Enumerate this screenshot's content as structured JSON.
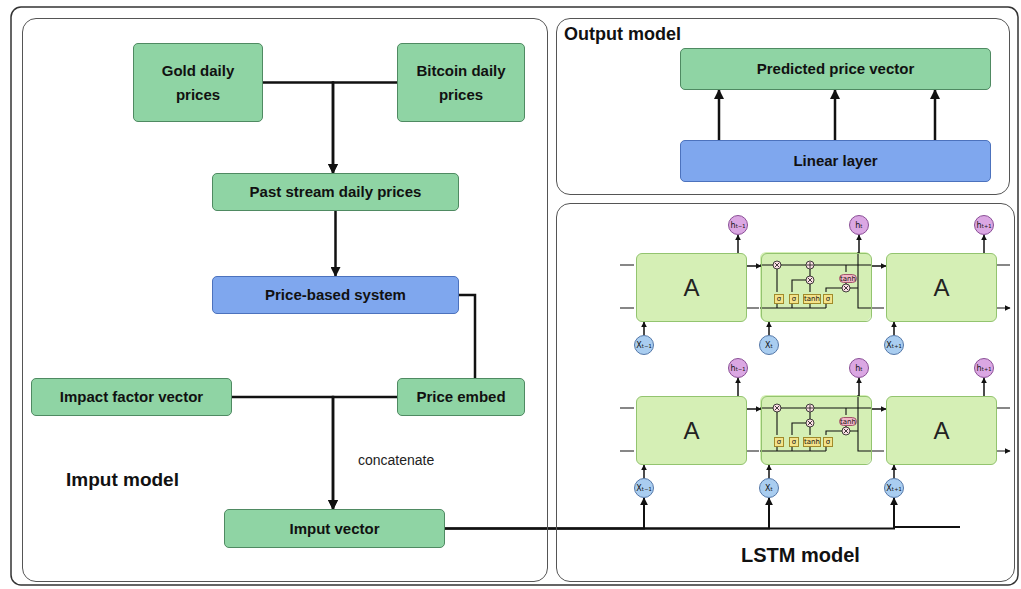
{
  "diagram": {
    "nodes": [
      {
        "text": [
          "Imput model"
        ]
      },
      {
        "text": [
          "Gold daily prices"
        ],
        "in": 0
      },
      {
        "text": [
          "Bitcoin daily prices"
        ],
        "in": 0
      },
      {
        "text": [
          "Past stream daily prices"
        ],
        "in": 0
      },
      {
        "text": [
          "Price-based system"
        ],
        "in": 0
      },
      {
        "text": [
          "Impact factor vector"
        ],
        "in": 0
      },
      {
        "text": [
          "Price embed"
        ],
        "in": 0
      },
      {
        "text": [
          "Imput vector"
        ],
        "in": 0
      },
      {
        "text": [
          "Output model"
        ]
      },
      {
        "text": [
          "Predicted price vector"
        ],
        "in": 8
      },
      {
        "text": [
          "Linear layer"
        ],
        "in": 8
      },
      {
        "text": [
          "LSTM model"
        ]
      },
      {
        "text": [
          "hₜ₋₁"
        ],
        "in": 11
      },
      {
        "text": [
          "hₜ"
        ],
        "in": 11
      },
      {
        "text": [
          "hₜ₊₁"
        ],
        "in": 11
      },
      {
        "text": [
          "A"
        ],
        "in": 11
      },
      {
        "text": [
          "σ",
          "σ",
          "tanh",
          "σ",
          "tanh"
        ],
        "in": 11
      },
      {
        "text": [
          "A"
        ],
        "in": 11
      },
      {
        "text": [
          "Xₜ₋₁"
        ],
        "in": 11
      },
      {
        "text": [
          "Xₜ"
        ],
        "in": 11
      },
      {
        "text": [
          "Xₜ₊₁"
        ],
        "in": 11
      },
      {
        "text": [
          "hₜ₋₁"
        ],
        "in": 11
      },
      {
        "text": [
          "hₜ"
        ],
        "in": 11
      },
      {
        "text": [
          "hₜ₊₁"
        ],
        "in": 11
      },
      {
        "text": [
          "A"
        ],
        "in": 11
      },
      {
        "text": [
          "σ",
          "σ",
          "tanh",
          "σ",
          "tanh"
        ],
        "in": 11
      },
      {
        "text": [
          "A"
        ],
        "in": 11
      },
      {
        "text": [
          "Xₜ₋₁"
        ],
        "in": 11
      },
      {
        "text": [
          "Xₜ"
        ],
        "in": 11
      },
      {
        "text": [
          "Xₜ₊₁"
        ],
        "in": 11
      }
    ],
    "edges": [
      {
        "from": 1,
        "to": 3,
        "arrow": "to"
      },
      {
        "from": 2,
        "to": 3,
        "arrow": "to"
      },
      {
        "from": 3,
        "to": 4,
        "arrow": "to"
      },
      {
        "from": 4,
        "to": 6,
        "arrow": "none"
      },
      {
        "from": 5,
        "to": 7,
        "arrow": "to"
      },
      {
        "from": 6,
        "to": 7,
        "arrow": "to"
      },
      {
        "from": 10,
        "to": 9,
        "arrow": "to"
      },
      {
        "from": 10,
        "to": 9,
        "arrow": "to"
      },
      {
        "from": 10,
        "to": 9,
        "arrow": "to"
      },
      {
        "from": 18,
        "to": 15,
        "arrow": "to"
      },
      {
        "from": 19,
        "to": 16,
        "arrow": "to"
      },
      {
        "from": 20,
        "to": 17,
        "arrow": "to"
      },
      {
        "from": 15,
        "to": 12,
        "arrow": "to"
      },
      {
        "from": 16,
        "to": 13,
        "arrow": "to"
      },
      {
        "from": 17,
        "to": 14,
        "arrow": "to"
      },
      {
        "from": 15,
        "to": 16,
        "arrow": "to"
      },
      {
        "from": 16,
        "to": 17,
        "arrow": "to"
      },
      {
        "from": 27,
        "to": 24,
        "arrow": "to"
      },
      {
        "from": 28,
        "to": 25,
        "arrow": "to"
      },
      {
        "from": 29,
        "to": 26,
        "arrow": "to"
      },
      {
        "from": 24,
        "to": 21,
        "arrow": "to"
      },
      {
        "from": 25,
        "to": 22,
        "arrow": "to"
      },
      {
        "from": 26,
        "to": 23,
        "arrow": "to"
      },
      {
        "from": 24,
        "to": 25,
        "arrow": "to"
      },
      {
        "from": 25,
        "to": 26,
        "arrow": "to"
      },
      {
        "from": 7,
        "to": 27,
        "arrow": "to"
      },
      {
        "from": 7,
        "to": 28,
        "arrow": "to"
      },
      {
        "from": 7,
        "to": 29,
        "arrow": "to"
      }
    ],
    "labels": [
      "concatenate"
    ]
  }
}
